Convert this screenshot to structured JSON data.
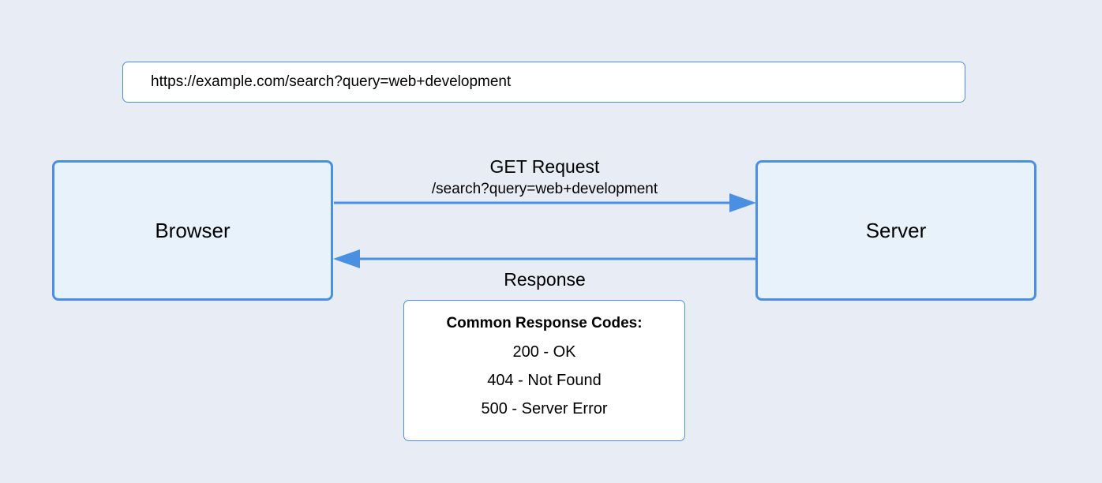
{
  "url_bar": {
    "value": "https://example.com/search?query=web+development"
  },
  "nodes": {
    "browser": "Browser",
    "server": "Server"
  },
  "request": {
    "title": "GET Request",
    "path": "/search?query=web+development"
  },
  "response": {
    "title": "Response"
  },
  "response_codes": {
    "title": "Common Response Codes:",
    "items": [
      "200 - OK",
      "404 - Not Found",
      "500 - Server Error"
    ]
  },
  "colors": {
    "background": "#e8edf5",
    "accent": "#4a90e2",
    "node_fill": "#e8f2fb",
    "box_fill": "#ffffff"
  }
}
